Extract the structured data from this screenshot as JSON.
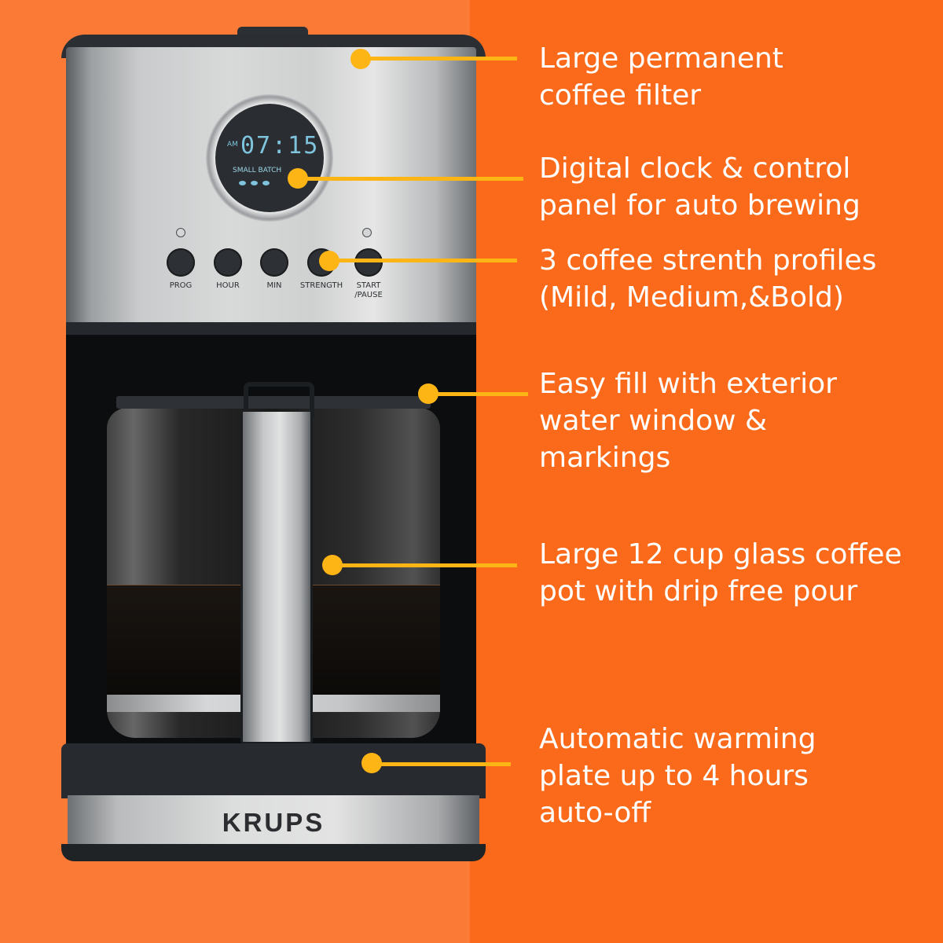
{
  "colors": {
    "background_left": "#fb7a36",
    "background_right": "#fa6a1a",
    "callout_accent": "#fdb515",
    "text": "#ffffff",
    "display_digits": "#7ec4dc"
  },
  "product": {
    "brand": "KRUPS",
    "display": {
      "meridiem": "AM",
      "time": "07:15",
      "mode_label": "SMALL BATCH",
      "strength_indicator_count": 3
    },
    "buttons": [
      {
        "label": "PROG"
      },
      {
        "label": "HOUR"
      },
      {
        "label": "MIN"
      },
      {
        "label": "STRENGTH"
      },
      {
        "label": "START\n/PAUSE"
      }
    ]
  },
  "features": [
    {
      "text": "Large permanent\ncoffee filter"
    },
    {
      "text": "Digital clock & control\npanel for auto brewing"
    },
    {
      "text": "3 coffee strenth profiles\n(Mild, Medium,&Bold)"
    },
    {
      "text": "Easy fill with exterior\nwater window &\nmarkings"
    },
    {
      "text": "Large 12 cup glass coffee\npot with drip free pour"
    },
    {
      "text": "Automatic warming\nplate up to 4 hours\nauto-off"
    }
  ]
}
